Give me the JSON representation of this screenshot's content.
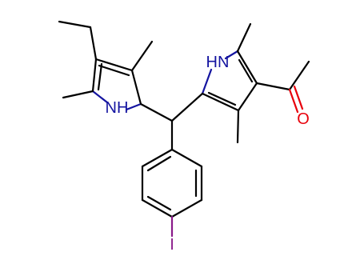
{
  "atom_labels": {
    "nh_left": "NH",
    "nh_right": "HN",
    "oxygen": "O",
    "iodine": "I"
  },
  "colors": {
    "bond": "#000000",
    "nitrogen": "#1414a0",
    "oxygen": "#e8000b",
    "iodine": "#8a1a8a"
  }
}
